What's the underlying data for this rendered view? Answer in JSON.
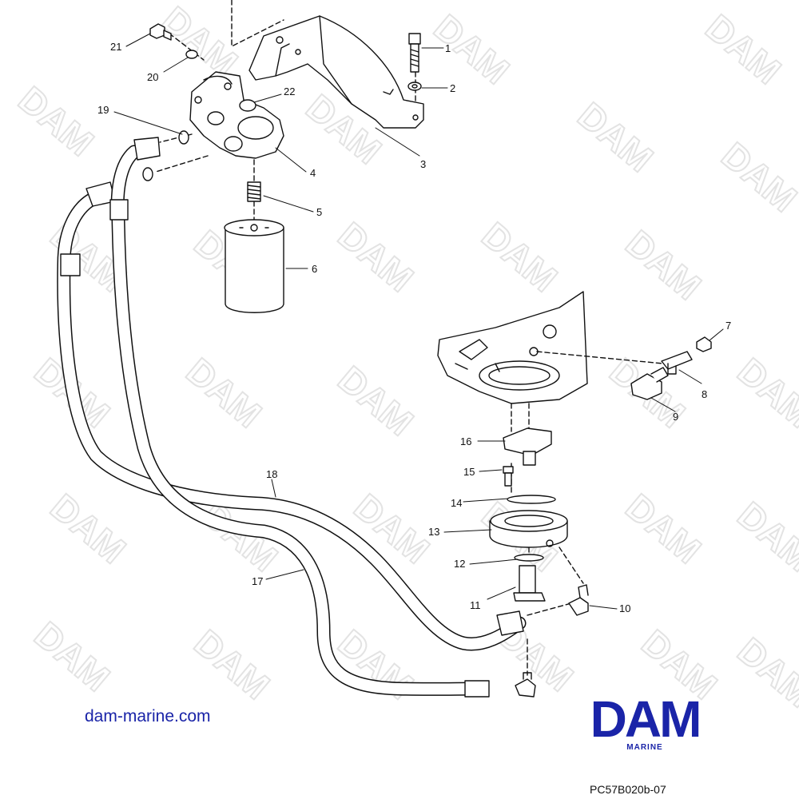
{
  "watermark": {
    "text": "DAM"
  },
  "callouts": [
    "1",
    "2",
    "3",
    "4",
    "5",
    "6",
    "7",
    "8",
    "9",
    "10",
    "11",
    "12",
    "13",
    "14",
    "15",
    "16",
    "17",
    "18",
    "19",
    "20",
    "21",
    "22"
  ],
  "footer": {
    "website": "dam-marine.com",
    "logo_text": "DAM",
    "logo_subtext": "MARINE",
    "reference_code": "PC57B020b-07"
  },
  "colors": {
    "brand_blue": "#1a24a8",
    "line": "#111111",
    "watermark": "#e3e3e3"
  }
}
